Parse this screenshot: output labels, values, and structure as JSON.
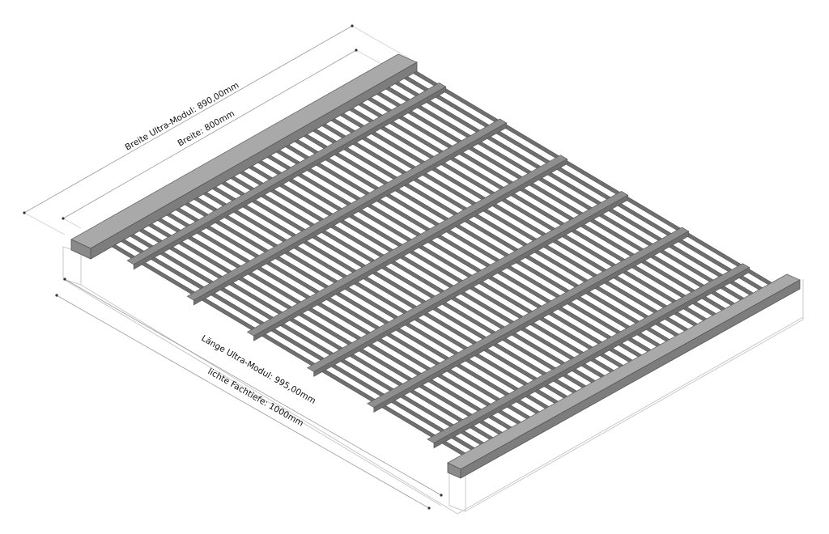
{
  "dimensions": {
    "module_width": "Breite Ultra-Modul: 890,00mm",
    "width": "Breite: 800mm",
    "module_length": "Länge Ultra-Modul: 995,00mm",
    "shelf_depth": "lichte Fachtiefe: 1000mm"
  },
  "grating": {
    "crossbar_count": 34,
    "bearing_bar_count": 6
  },
  "colors": {
    "steel_dark": "#6f6f6f",
    "steel_mid": "#8e8e8e",
    "steel_light": "#b9b9b9",
    "outline": "#555555"
  }
}
